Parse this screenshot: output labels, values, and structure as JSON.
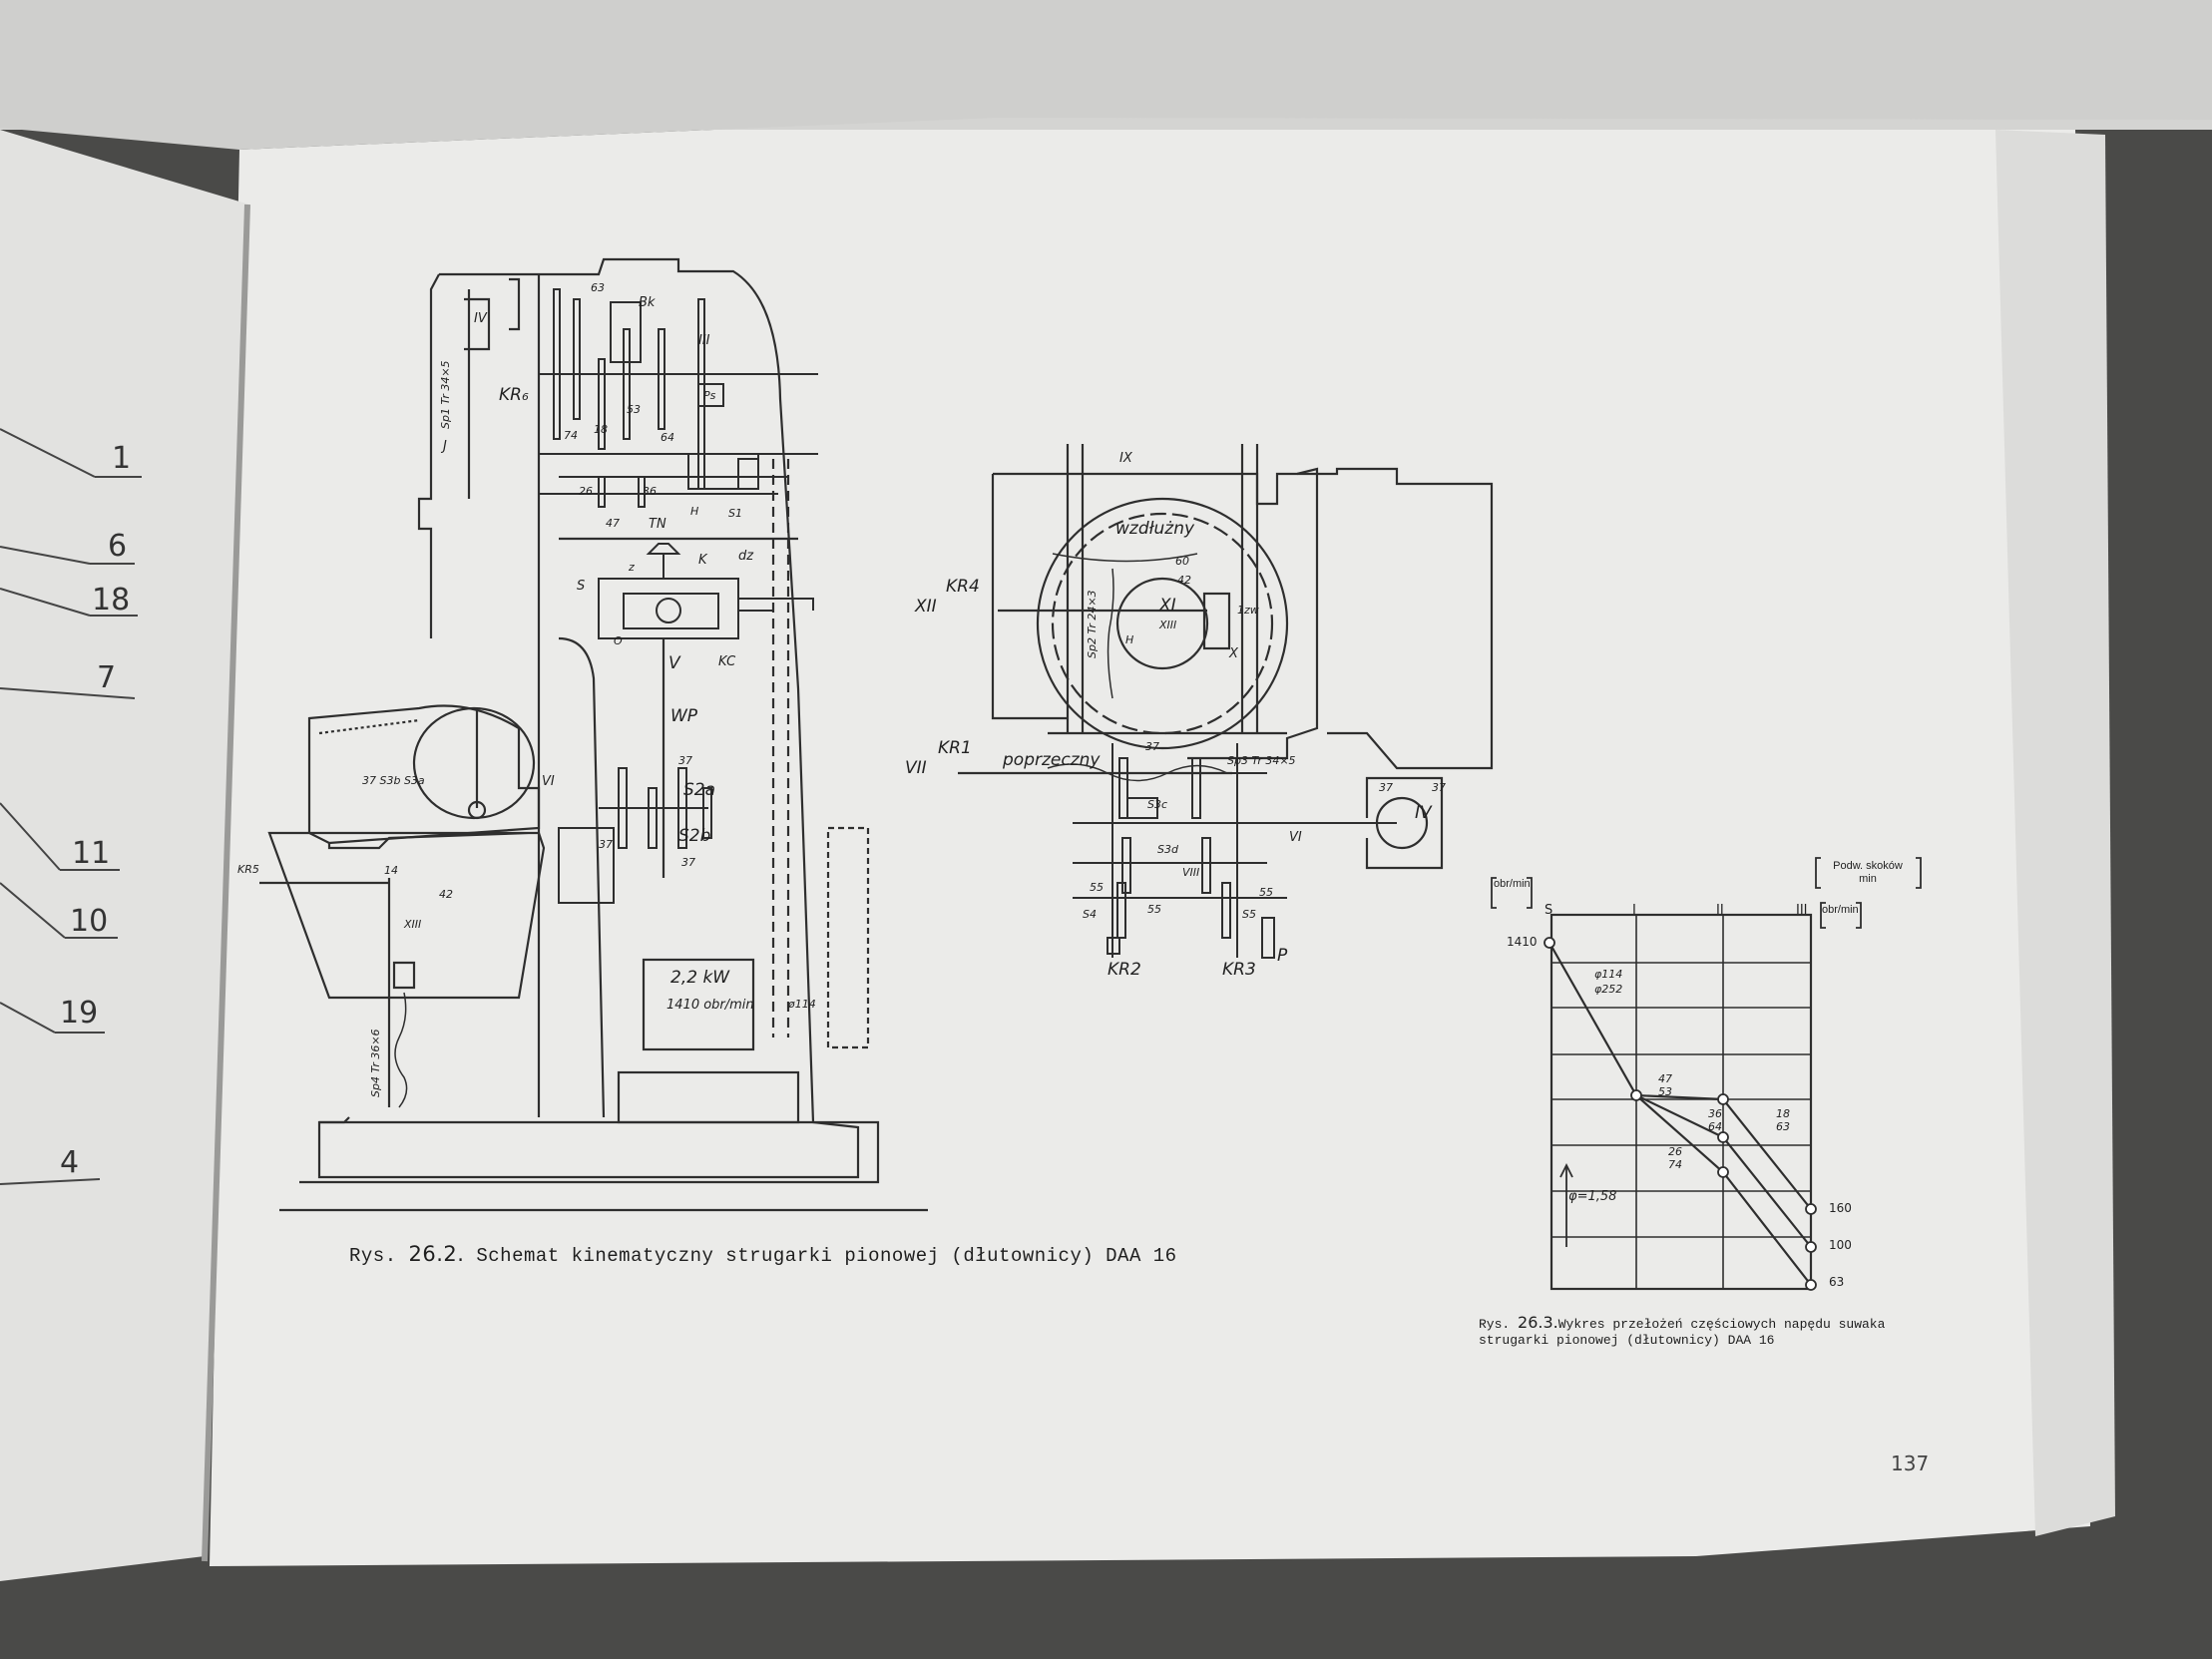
{
  "left_page": {
    "callouts": [
      "1",
      "6",
      "18",
      "7",
      "11",
      "10",
      "19",
      "4"
    ]
  },
  "figure_26_2": {
    "caption_prefix": "Rys.",
    "caption_number": "26.2.",
    "caption_text": "Schemat kinematyczny strugarki pionowej (dłutownicy) DAA 16",
    "labels": {
      "bk": "Bk",
      "iii": "III",
      "iv": "IV",
      "kr6": "KR₆",
      "sp1": "Sp1 Tr 34×5",
      "j": "J",
      "g63": "63",
      "g74": "74",
      "g18": "18",
      "g53": "53",
      "g64": "64",
      "ps": "Ps",
      "g26": "26",
      "g36": "36",
      "g47": "47",
      "h": "H",
      "s1": "S1",
      "tn": "TN",
      "s": "S",
      "k": "K",
      "dz": "dz",
      "o": "O",
      "z": "z",
      "v": "V",
      "kc": "KC",
      "wp": "WP",
      "g37a": "37",
      "s2a": "S2a",
      "s2b": "S2b",
      "g37b": "37",
      "g37c": "37",
      "vi": "VI",
      "s3": "37 S3b S3a",
      "g14": "14",
      "g42": "42",
      "xiii": "XIII",
      "sp4": "Sp4 Tr 36×6",
      "kr5": "KR5",
      "motor_power": "2,2 kW",
      "motor_speed": "1410 obr/min",
      "belt": "ø114"
    }
  },
  "figure_table": {
    "labels": {
      "ix": "IX",
      "wzdluzny": "wzdłużny",
      "sp2": "Sp2 Tr 24×3",
      "g60": "60",
      "g42": "42",
      "xi": "XI",
      "xii_axis": "XIII",
      "one_zw": "1zw",
      "x": "X",
      "xii": "XII",
      "kr4": "KR4",
      "h2": "H",
      "vii": "VII",
      "kr1": "KR1",
      "poprzeczny": "poprzeczny",
      "sp3": "Sp3 Tr 34×5",
      "g37": "37",
      "s3c": "S3c",
      "s3d": "S3d",
      "viii": "VIII",
      "vi2": "VI",
      "g55a": "55",
      "g55b": "55",
      "g55c": "55",
      "s4": "S4",
      "s5": "S5",
      "kr2": "KR2",
      "kr3": "KR3",
      "p": "P",
      "iv2": "IV",
      "g37r": "37",
      "g37s": "37"
    }
  },
  "figure_26_3": {
    "caption_prefix": "Rys.",
    "caption_number": "26.3.",
    "caption_text": "Wykres przełożeń częściowych napędu suwaka strugarki pionowej (dłutownicy) DAA 16",
    "y_unit": "obr/min",
    "right_unit_top": "Podw. skoków",
    "right_unit_bottom": "min",
    "right_unit2": "obr/min",
    "columns": [
      "S",
      "I",
      "II",
      "III"
    ],
    "y_top_label": "1410",
    "phi_label": "φ=1,58",
    "end_labels": [
      "160",
      "100",
      "63"
    ],
    "ratio_labels": {
      "r1": "φ114",
      "r1b": "φ252",
      "r2": "47",
      "r2b": "53",
      "r3": "36",
      "r3b": "64",
      "r4": "18",
      "r4b": "63",
      "r5": "26",
      "r5b": "74"
    }
  },
  "page_number": "137",
  "colors": {
    "paper": "#ececea",
    "ink": "#2a2a2a",
    "background": "#4a4a48"
  }
}
